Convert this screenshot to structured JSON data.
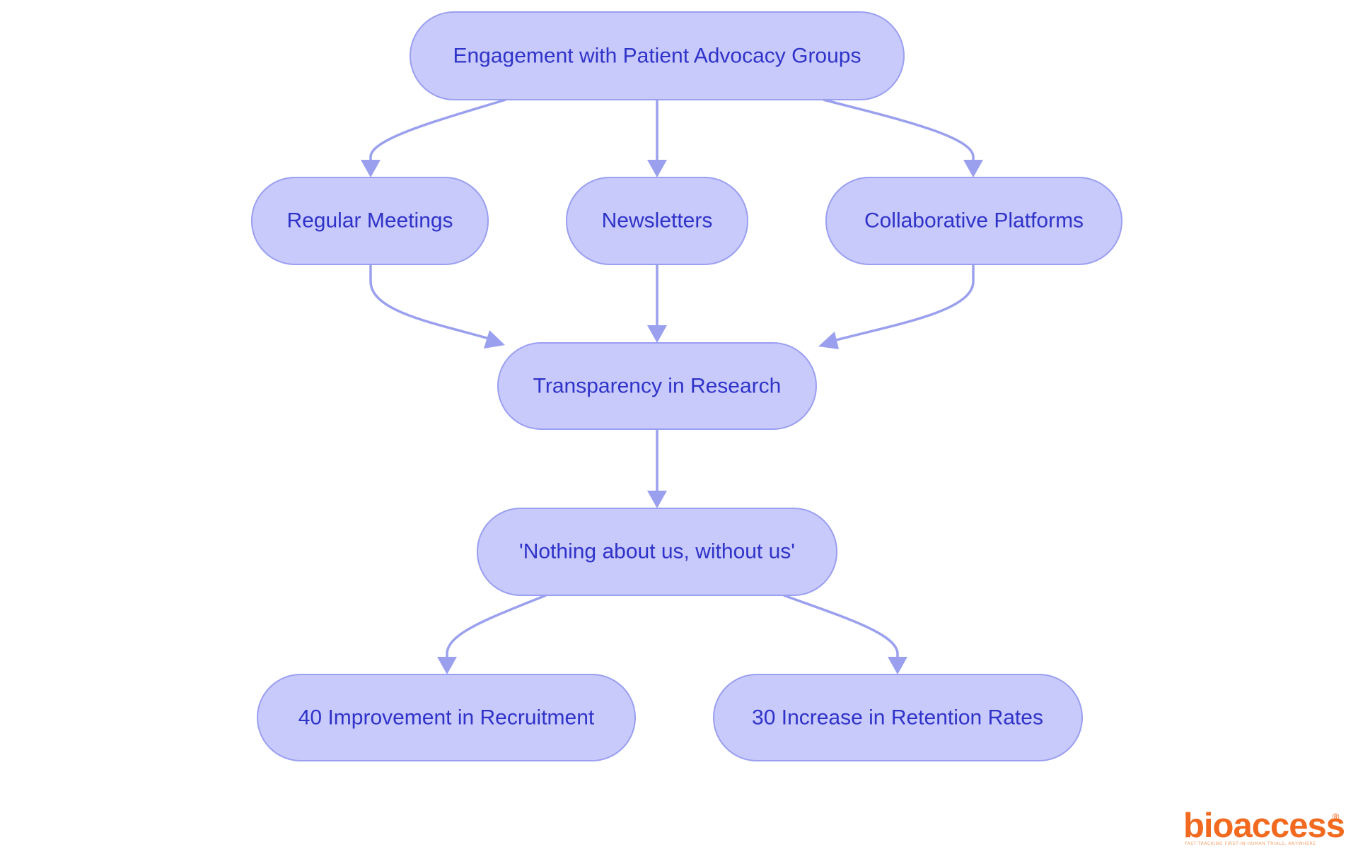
{
  "diagram": {
    "nodes": {
      "root": "Engagement with Patient Advocacy Groups",
      "meetings": "Regular Meetings",
      "newsletters": "Newsletters",
      "platforms": "Collaborative Platforms",
      "transparency": "Transparency in Research",
      "motto": "'Nothing about us, without us'",
      "recruitment": "40 Improvement in Recruitment",
      "retention": "30 Increase in Retention Rates"
    },
    "edges": [
      {
        "from": "root",
        "to": "meetings"
      },
      {
        "from": "root",
        "to": "newsletters"
      },
      {
        "from": "root",
        "to": "platforms"
      },
      {
        "from": "meetings",
        "to": "transparency"
      },
      {
        "from": "newsletters",
        "to": "transparency"
      },
      {
        "from": "platforms",
        "to": "transparency"
      },
      {
        "from": "transparency",
        "to": "motto"
      },
      {
        "from": "motto",
        "to": "recruitment"
      },
      {
        "from": "motto",
        "to": "retention"
      }
    ]
  },
  "logo": {
    "name": "bioaccess",
    "registered": "®",
    "tagline": "FAST-TRACKING FIRST-IN-HUMAN TRIALS, ANYWHERE"
  },
  "colors": {
    "node_fill": "#c9cafc",
    "node_stroke": "#9a9ff0",
    "node_text": "#2f33c8",
    "edge": "#9aa0ee",
    "logo": "#f26a1f"
  }
}
